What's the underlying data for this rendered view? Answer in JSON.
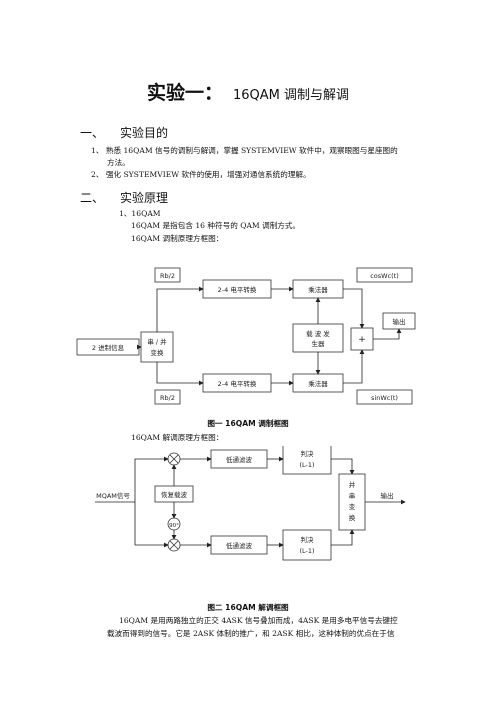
{
  "title": {
    "main": "实验一：",
    "sub": "16QAM 调制与解调"
  },
  "section1": {
    "num": "一、",
    "heading": "实验目的",
    "items": [
      {
        "num": "1、",
        "line1": "熟悉 16QAM 信号的调制与解调，掌握 SYSTEMVIEW 软件中，观察眼图与星座图的",
        "line2": "方法。"
      },
      {
        "num": "2、",
        "line1": "强化 SYSTEMVIEW 软件的使用，增强对通信系统的理解。"
      }
    ]
  },
  "section2": {
    "num": "二、",
    "heading": "实验原理",
    "sub1": "1、16QAM",
    "desc1": "16QAM 是指包含 16 种符号的 QAM 调制方式。",
    "desc2": "16QAM  调制原理方框图："
  },
  "fig1": {
    "caption": "图一 16QAM 调制框图",
    "rb_top": "Rb/2",
    "rb_bottom": "Rb/2",
    "level_top": "2-4  电平转换",
    "level_bottom": "2-4  电平转换",
    "mult_top": "乘法器",
    "mult_bottom": "乘法器",
    "carrier": [
      "载 波 发",
      "生器"
    ],
    "cos": "cosWc(t)",
    "sin": "sinWc(t)",
    "output": "输出",
    "input": "2 进制信息",
    "sp": [
      "串 / 并",
      "变换"
    ],
    "plus": "+"
  },
  "desc3": "16QAM 解调原理方框图：",
  "fig2": {
    "caption": "图二 16QAM 解调框图",
    "input": "MQAM信号",
    "recover": "恢复载波",
    "deg": "90°",
    "lpf_top": "低通滤波",
    "lpf_bottom": "低通滤波",
    "dec_top": [
      "判决",
      "(L-1)"
    ],
    "dec_bottom": [
      "判决",
      "(L-1)"
    ],
    "ps": [
      "并",
      "串",
      "变",
      "换"
    ],
    "output": "输出"
  },
  "para": {
    "line1": "16QAM  是用两路独立的正交  4ASK  信号叠加而成，4ASK  是用多电平信号去键控",
    "line2": "载波而得到的信号。它是  2ASK  体制的推广，和  2ASK  相比，这种体制的优点在于信"
  }
}
